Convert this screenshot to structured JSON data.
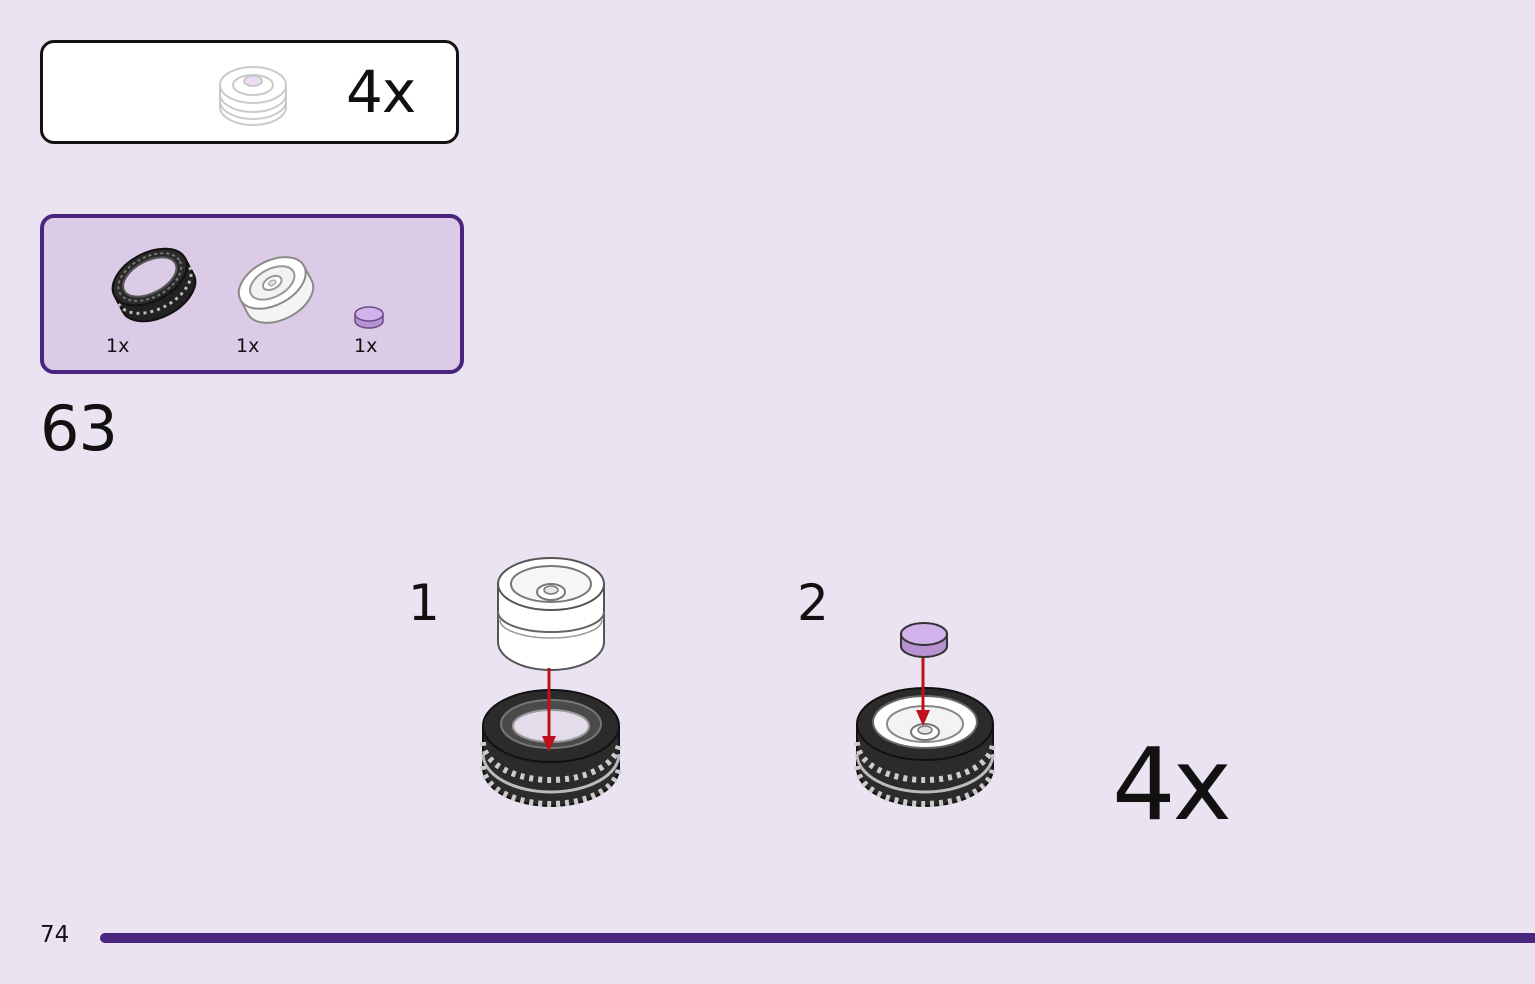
{
  "subassembly": {
    "quantity": "4x",
    "icon": "wheel-with-tile-icon"
  },
  "parts_list": [
    {
      "icon": "black-tire-icon",
      "quantity": "1x"
    },
    {
      "icon": "white-wheel-rim-icon",
      "quantity": "1x"
    },
    {
      "icon": "lavender-round-tile-icon",
      "quantity": "1x"
    }
  ],
  "step": {
    "number": "63"
  },
  "substeps": [
    {
      "number": "1",
      "icon": "rim-into-tire-icon"
    },
    {
      "number": "2",
      "icon": "tile-onto-wheel-icon"
    }
  ],
  "multiplier": "4x",
  "footer": {
    "page_number": "74"
  },
  "colors": {
    "background": "#ebe3f1",
    "accent_purple": "#4a2580",
    "parts_box_fill": "#dccbe6",
    "arrow_red": "#c0101e",
    "tile_lavender": "#c7a6df"
  }
}
